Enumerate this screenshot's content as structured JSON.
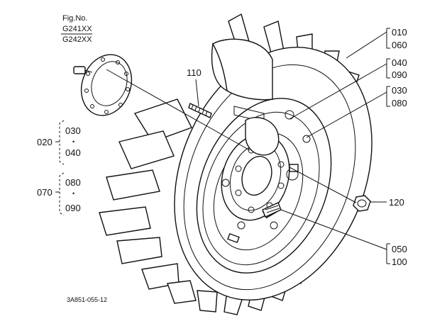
{
  "figure": {
    "fig_no_label": "Fig.No.",
    "fig_codes": [
      "G241XX",
      "G242XX"
    ],
    "drawing_code": "3A851-055-12"
  },
  "parts": {
    "p110": "110",
    "p120": "120",
    "p010": "010",
    "p060": "060",
    "p040": "040",
    "p090": "090",
    "p030": "030",
    "p080": "080",
    "p050": "050",
    "p100": "100"
  },
  "groups": {
    "g020": {
      "label": "020",
      "items": [
        "030",
        "040"
      ],
      "sep": "•"
    },
    "g070": {
      "label": "070",
      "items": [
        "080",
        "090"
      ],
      "sep": "•"
    }
  }
}
